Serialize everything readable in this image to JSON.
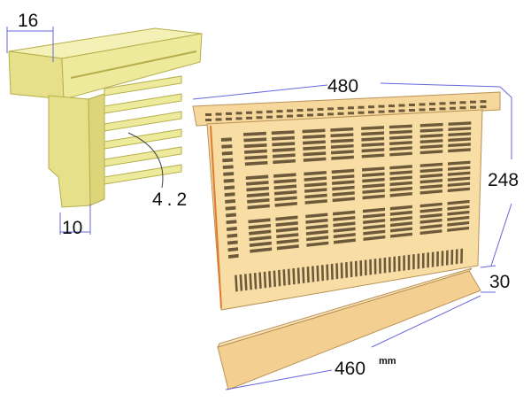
{
  "labels": {
    "top_bar_width": "16",
    "side_bar_width": "10",
    "slot_spacing": "4.2",
    "frame_length": "480",
    "frame_height": "248",
    "bottom_bar_height": "30",
    "bottom_bar_length": "460",
    "unit": "mm"
  },
  "colors": {
    "section_fill": "#eeea9c",
    "section_edge": "#b5ae4a",
    "frame_fill": "#f6d89c",
    "frame_edge": "#b89255",
    "slot": "#6d5a3a",
    "dimension_line": "#6666dd"
  },
  "frame_grid": {
    "columns": 4,
    "rows": 3
  }
}
